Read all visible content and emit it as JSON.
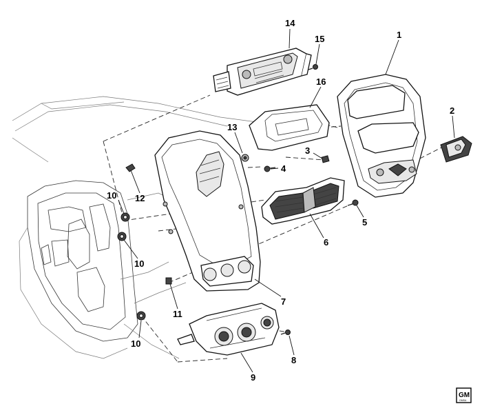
{
  "diagram": {
    "callouts": {
      "c1": "1",
      "c2": "2",
      "c3": "3",
      "c4": "4",
      "c5": "5",
      "c6": "6",
      "c7": "7",
      "c8": "8",
      "c9": "9",
      "c10a": "10",
      "c10b": "10",
      "c10c": "10",
      "c11": "11",
      "c12": "12",
      "c13": "13",
      "c14": "14",
      "c15": "15",
      "c16": "16"
    },
    "logo": {
      "brand": "GM",
      "sub": "GMSA"
    }
  }
}
